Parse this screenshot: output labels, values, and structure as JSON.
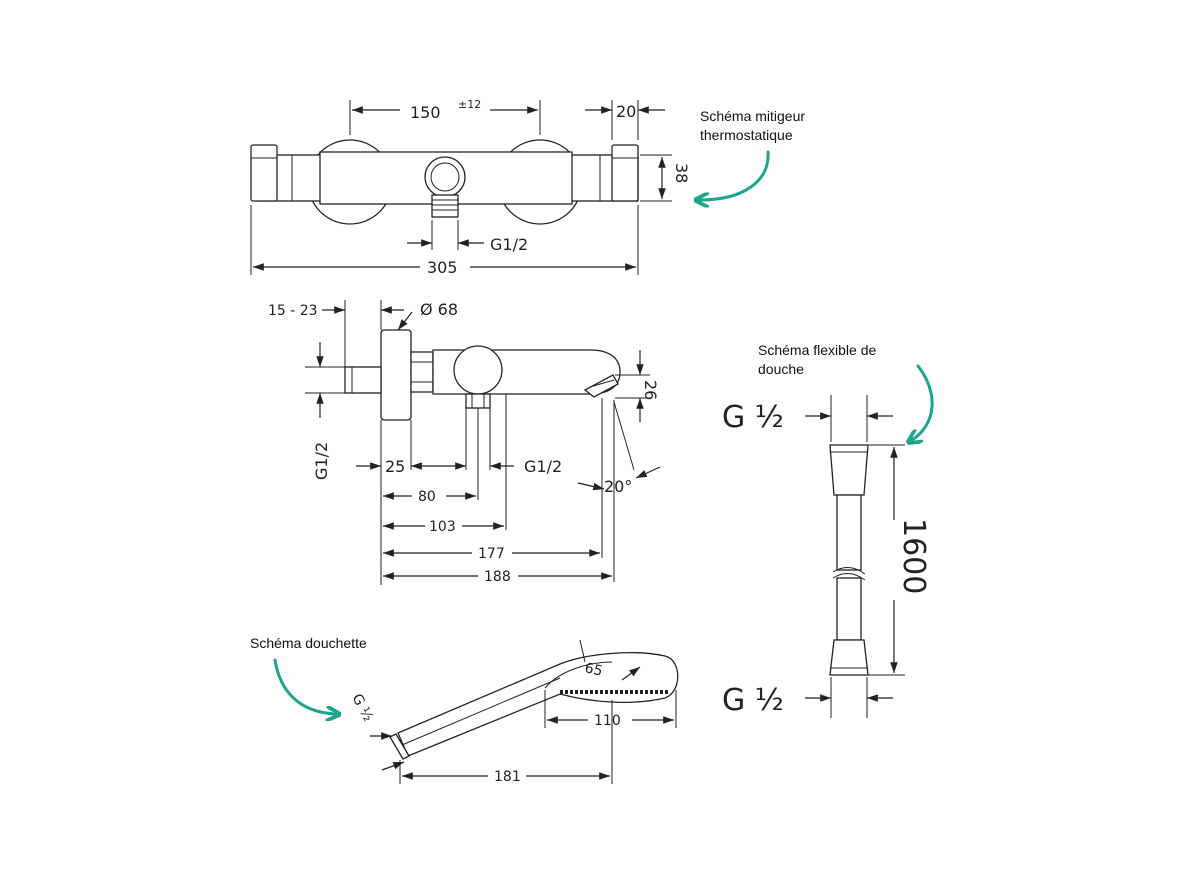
{
  "thermostat": {
    "label_line1": "Schéma mitigeur",
    "label_line2": "thermostatique",
    "dim_150": "150",
    "dim_150_tol": "±12",
    "dim_20": "20",
    "dim_38": "38",
    "dim_g12": "G1/2",
    "dim_305": "305"
  },
  "side": {
    "dim_15_23": "15 - 23",
    "dim_d68": "Ø 68",
    "dim_g12_vertical": "G1/2",
    "dim_25": "25",
    "dim_g12": "G1/2",
    "dim_20deg": "20°",
    "dim_26": "26",
    "dim_80": "80",
    "dim_103": "103",
    "dim_177": "177",
    "dim_188": "188"
  },
  "hose": {
    "label_line1": "Schéma flexible de",
    "label_line2": "douche",
    "top_thread": "G ½",
    "length": "1600",
    "bottom_thread": "G ½"
  },
  "handshower": {
    "label": "Schéma douchette",
    "thread": "G ½",
    "dim_65": "65",
    "dim_110": "110",
    "dim_181": "181"
  },
  "colors": {
    "arrow": "#1aa58c",
    "line": "#222222"
  }
}
